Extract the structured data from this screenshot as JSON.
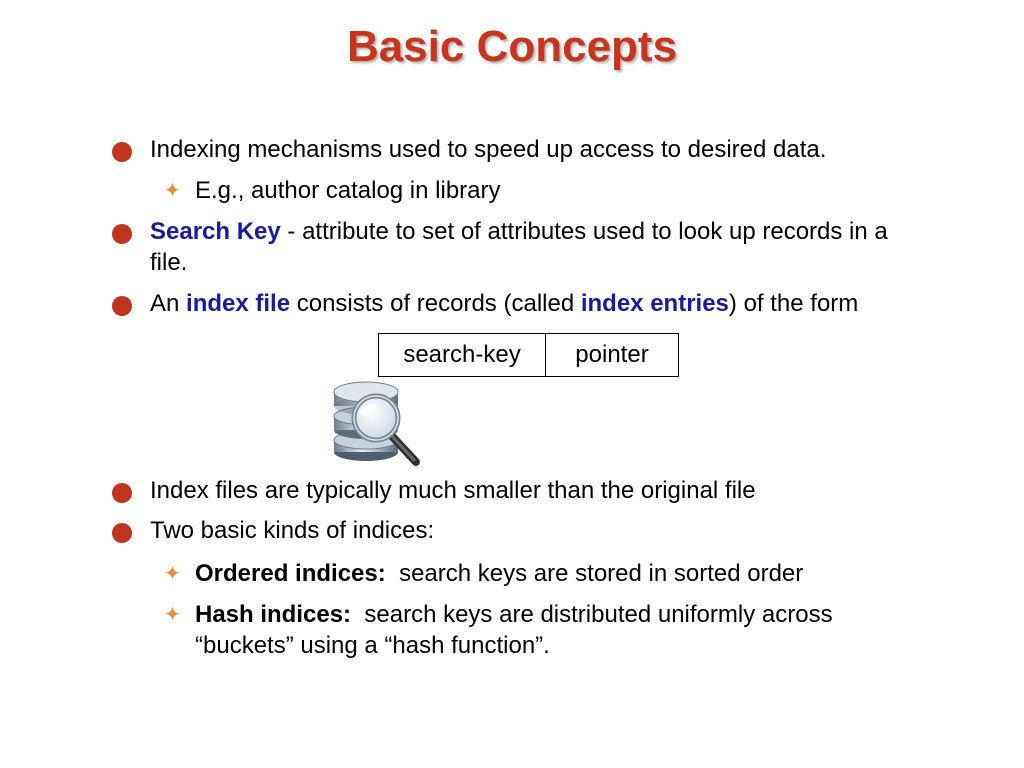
{
  "title": "Basic Concepts",
  "bullets": {
    "b1": {
      "text": "Indexing mechanisms used to speed up access to desired data."
    },
    "b1_sub": {
      "text": "E.g., author catalog in library"
    },
    "b2": {
      "term": "Search Key",
      "rest_line1": " - attribute to set of attributes used to look up records in a",
      "rest_line2": "file."
    },
    "b3": {
      "prefix": "An ",
      "term1": "index file",
      "middle": " consists of records (called ",
      "term2": "index entries",
      "suffix": ") of the form"
    },
    "b4": {
      "text": "Index files are typically much smaller than the original file"
    },
    "b5": {
      "text": "Two basic kinds of indices:"
    },
    "b5_sub1": {
      "term": "Ordered indices:",
      "rest": "  search keys are stored in sorted order"
    },
    "b5_sub2": {
      "term": "Hash indices:",
      "rest_line1": "  search keys are distributed uniformly across",
      "rest_line2": "“buckets” using a “hash function”."
    }
  },
  "index_entry": {
    "key_label": "search-key",
    "pointer_label": "pointer"
  },
  "icons": {
    "database_search": "database-magnifier-icon",
    "bullet_l1": "filled-circle",
    "bullet_l2": "four-point-star"
  },
  "colors": {
    "title": "#c8351e",
    "bullet_dot": "#c0351d",
    "sub_bullet": "#e88a3a",
    "keyword_blue": "#1a1a9e"
  }
}
